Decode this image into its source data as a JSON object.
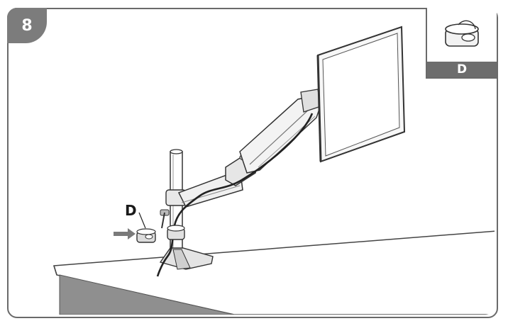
{
  "step": {
    "number": "8"
  },
  "part": {
    "label": "D",
    "icon": "cable-clip-icon"
  },
  "callout": {
    "label": "D",
    "arrow": "right-arrow-icon"
  },
  "colors": {
    "frame": "#6a6a6a",
    "badge": "#7c7c7c",
    "label_bg": "#6d6d6d",
    "desk_side": "#8f8f8f"
  }
}
